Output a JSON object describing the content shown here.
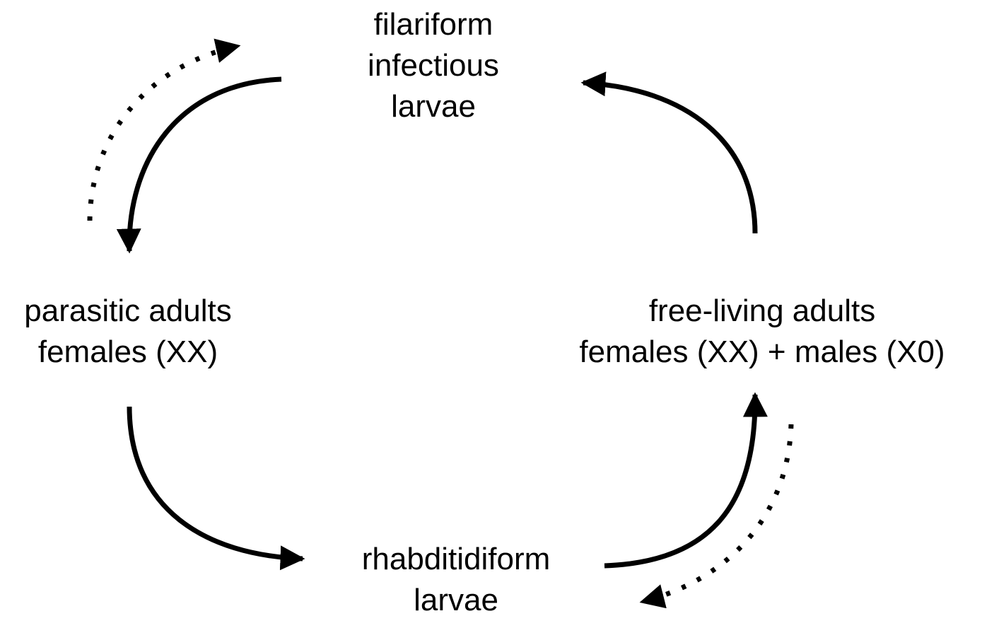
{
  "nodes": {
    "filariform": {
      "line1": "filariform",
      "line2": "infectious",
      "line3": "larvae"
    },
    "parasitic": {
      "line1": "parasitic adults",
      "line2": "females (XX)"
    },
    "free_living": {
      "line1": "free-living adults",
      "line2": "females (XX) + males (X0)"
    },
    "rhabditidiform": {
      "line1": "rhabditidiform",
      "line2": "larvae"
    }
  },
  "colors": {
    "text": "#000000",
    "arrow": "#000000",
    "background": "#ffffff"
  }
}
